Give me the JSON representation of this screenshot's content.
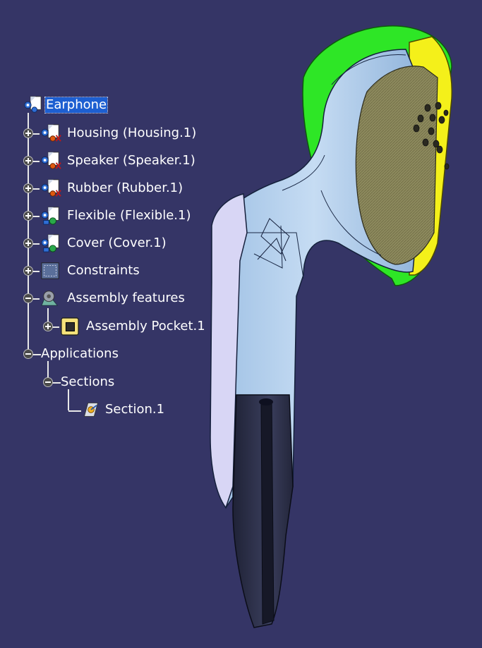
{
  "tree": {
    "root": {
      "label": "Earphone",
      "icon": "product-icon"
    },
    "items": [
      {
        "label": "Housing (Housing.1)",
        "icon": "part-icon",
        "toggle": "expand"
      },
      {
        "label": "Speaker (Speaker.1)",
        "icon": "part-icon",
        "toggle": "expand"
      },
      {
        "label": "Rubber (Rubber.1)",
        "icon": "part-icon",
        "toggle": "expand"
      },
      {
        "label": "Flexible (Flexible.1)",
        "icon": "flexible-part-icon",
        "toggle": "expand"
      },
      {
        "label": "Cover (Cover.1)",
        "icon": "flexible-part-icon",
        "toggle": "expand"
      },
      {
        "label": "Constraints",
        "icon": "constraints-icon",
        "toggle": "expand"
      },
      {
        "label": "Assembly features",
        "icon": "assembly-features-icon",
        "toggle": "collapse"
      }
    ],
    "feature": {
      "label": "Assembly Pocket.1",
      "icon": "pocket-icon",
      "toggle": "expand"
    },
    "applications": {
      "label": "Applications",
      "toggle": "collapse"
    },
    "sections": {
      "label": "Sections",
      "toggle": "collapse"
    },
    "section": {
      "label": "Section.1",
      "icon": "section-icon"
    }
  },
  "colors": {
    "background": "#353566",
    "housing": "#b7d2ee",
    "rubber": "#2ee626",
    "cover_rim": "#f4f01a",
    "mesh": "#8d8a5e",
    "flexible": "#d8d6f5",
    "cable": "#2a2d45",
    "selection": "#1d5fd1"
  }
}
